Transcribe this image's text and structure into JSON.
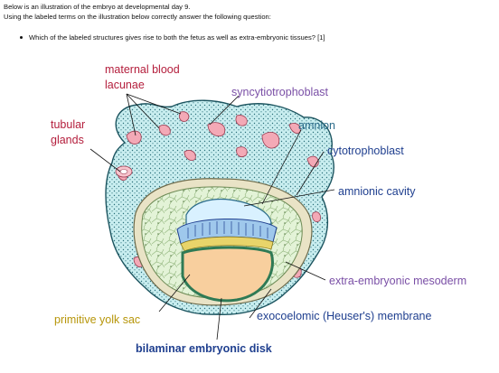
{
  "intro": {
    "line1": "Below is an illustration of the embryo at developmental day 9.",
    "line2": "Using the labeled terms on the illustration below correctly answer the following question:"
  },
  "question": {
    "text": "Which of the labeled structures gives rise to both the fetus as well as extra-embryonic tissues? [1]"
  },
  "labels": {
    "maternal_blood_1": "maternal blood",
    "maternal_blood_2": "lacunae",
    "syncytiotrophoblast": "syncytiotrophoblast",
    "tubular_1": "tubular",
    "tubular_2": "glands",
    "amnion": "amnion",
    "cytotrophoblast": "cytotrophoblast",
    "amnionic_cavity": "amnionic cavity",
    "extra_embryonic_mesoderm": "extra-embryonic mesoderm",
    "primitive_yolk_sac": "primitive yolk sac",
    "exocoelomic": "exocoelomic (Heuser's) membrane",
    "bilaminar": "bilaminar embryonic disk"
  },
  "colors": {
    "maternal_blood": "#b41e3c",
    "syncytiotrophoblast": "#7a4fa6",
    "amnion": "#2a6b8a",
    "cytotrophoblast": "#1f3f8f",
    "extra_embryonic_mesoderm": "#7a4fa6",
    "primitive_yolk_sac": "#b7960a",
    "exocoelomic": "#1f3f8f",
    "bilaminar": "#1f3f8f"
  }
}
